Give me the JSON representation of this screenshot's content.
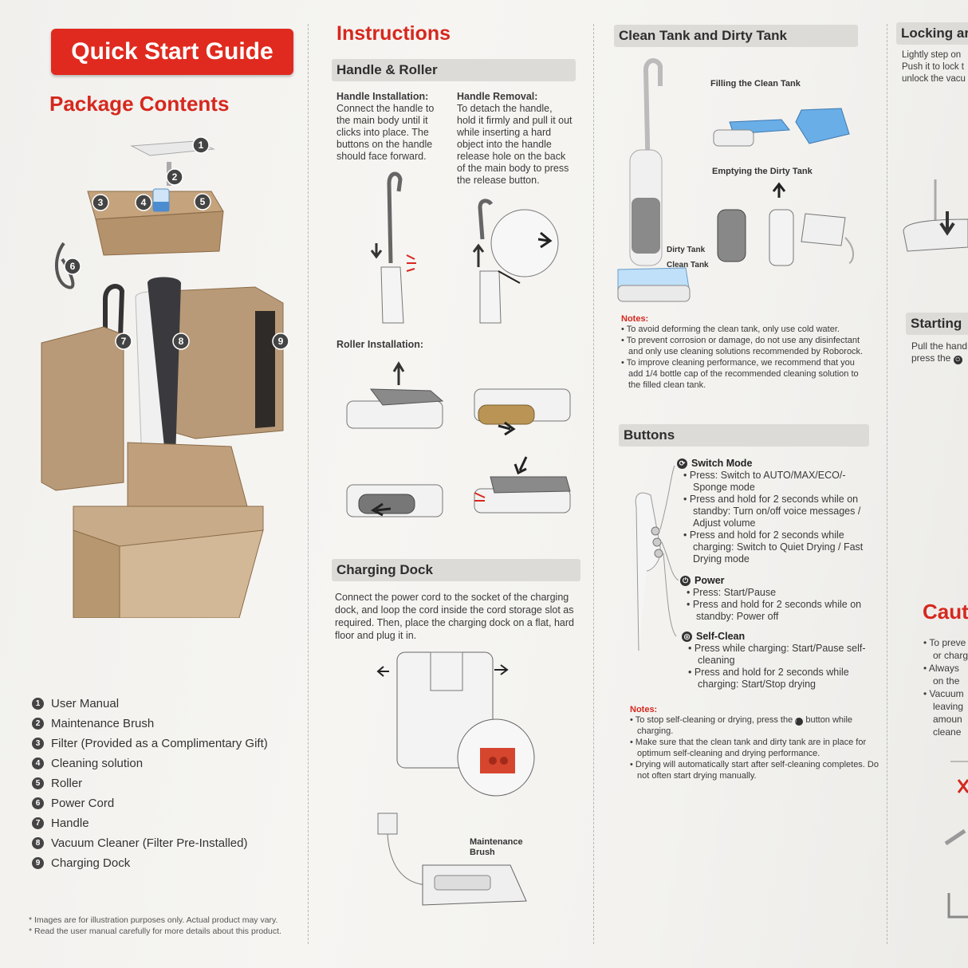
{
  "col1": {
    "banner": "Quick Start Guide",
    "package_title": "Package Contents",
    "items": [
      {
        "num": "1",
        "label": "User Manual"
      },
      {
        "num": "2",
        "label": "Maintenance Brush"
      },
      {
        "num": "3",
        "label": "Filter (Provided as a Complimentary Gift)"
      },
      {
        "num": "4",
        "label": "Cleaning solution"
      },
      {
        "num": "5",
        "label": "Roller"
      },
      {
        "num": "6",
        "label": "Power Cord"
      },
      {
        "num": "7",
        "label": "Handle"
      },
      {
        "num": "8",
        "label": "Vacuum Cleaner (Filter Pre-Installed)"
      },
      {
        "num": "9",
        "label": "Charging Dock"
      }
    ],
    "footnote1": "* Images are for illustration purposes only. Actual product may vary.",
    "footnote2": "* Read the user manual carefully for more details about this product."
  },
  "col2": {
    "title": "Instructions",
    "handle_bar": "Handle & Roller",
    "install_title": "Handle Installation:",
    "install_text": "Connect the handle to the main body until it clicks into place. The buttons on the handle should face forward.",
    "removal_title": "Handle Removal:",
    "removal_text": "To detach the handle, hold it firmly and pull it out while inserting a hard object into the handle release hole on the back of the main body to press the release button.",
    "roller_title": "Roller Installation:",
    "dock_bar": "Charging Dock",
    "dock_text": "Connect the power cord to the socket of the charging dock, and loop the cord inside the cord storage slot as required. Then, place the charging dock on a flat, hard floor and plug it in.",
    "brush_label": "Maintenance Brush"
  },
  "col3": {
    "tank_bar": "Clean Tank and Dirty Tank",
    "filling": "Filling the Clean Tank",
    "emptying": "Emptying the Dirty Tank",
    "dirty_label": "Dirty Tank",
    "clean_label": "Clean Tank",
    "notes_title": "Notes:",
    "notes": [
      "To avoid deforming the clean tank, only use cold water.",
      "To prevent corrosion or damage, do not use any disinfectant and only use cleaning solutions recommended by Roborock.",
      "To improve cleaning performance, we recommend that you add 1/4 bottle cap of the recommended cleaning solution to the filled clean tank."
    ],
    "buttons_bar": "Buttons",
    "buttons": [
      {
        "name": "Switch Mode",
        "lines": [
          "Press: Switch to AUTO/MAX/ECO/-Sponge mode",
          "Press and hold for 2 seconds while on standby: Turn on/off voice messages / Adjust volume",
          "Press and hold for 2 seconds while charging: Switch to Quiet Drying / Fast Drying mode"
        ]
      },
      {
        "name": "Power",
        "lines": [
          "Press: Start/Pause",
          "Press and hold for 2 seconds while on standby: Power off"
        ]
      },
      {
        "name": "Self-Clean",
        "lines": [
          "Press while charging: Start/Pause self-cleaning",
          "Press and hold for 2 seconds while charging: Start/Stop drying"
        ]
      }
    ],
    "notes2_title": "Notes:",
    "notes2_a": "To stop self-cleaning or drying, press the",
    "notes2_b": "button while charging.",
    "notes2": [
      "Make sure that the clean tank and dirty tank are in place for optimum self-cleaning and drying performance.",
      "Drying will automatically start after self-cleaning completes. Do not often start drying manually."
    ]
  },
  "col4": {
    "locking_bar": "Locking ar",
    "locking_text": [
      "Lightly step on",
      "Push it to lock t",
      "unlock the vacu"
    ],
    "starting_bar": "Starting",
    "starting_text": [
      "Pull the hand",
      "press the"
    ],
    "caution_title": "Cauti",
    "caution_lines": [
      "To preve",
      "or charg",
      "Always",
      "on the",
      "Vacuum",
      "leaving",
      "amoun",
      "cleane"
    ]
  },
  "colors": {
    "accent": "#d6281e",
    "bar": "#dcdbd8",
    "tank_blue": "#6aaee8",
    "cardboard": "#b99a78"
  }
}
